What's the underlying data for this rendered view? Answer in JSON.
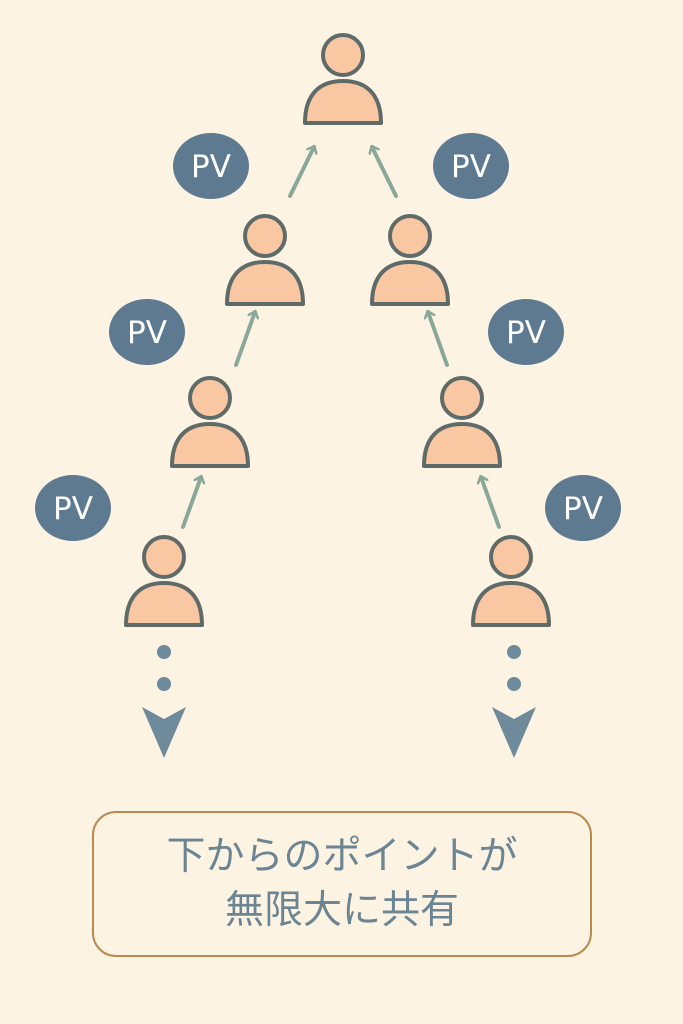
{
  "badge_label": "PV",
  "caption": {
    "line1": "下からのポイントが",
    "line2": "無限大に共有"
  },
  "colors": {
    "background": "#fdf3e3",
    "person_fill": "#f9c8a2",
    "person_outline": "#5f6b68",
    "arrow": "#8aa89a",
    "badge": "#5d7a90",
    "down_arrow": "#6f8a9a",
    "caption_border": "#b98a4f",
    "caption_text": "#6b8593"
  },
  "icons": [
    "person-icon",
    "pv-badge",
    "arrow-up-icon",
    "ellipsis-dots",
    "arrow-down-icon"
  ]
}
